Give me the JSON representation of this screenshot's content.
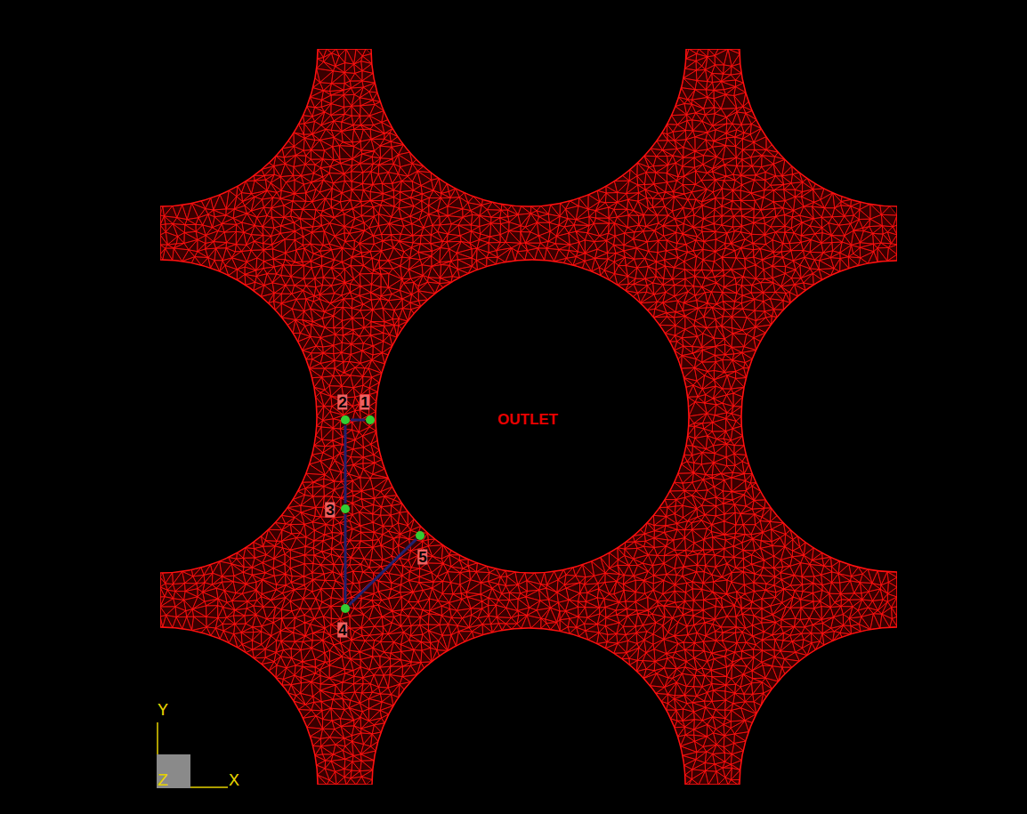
{
  "diagram": {
    "nodes": [
      {
        "text": [
          "1"
        ]
      },
      {
        "text": [
          "2"
        ]
      },
      {
        "text": [
          "3"
        ]
      },
      {
        "text": [
          "4"
        ]
      },
      {
        "text": [
          "5"
        ]
      }
    ],
    "edges": [
      {
        "from": 0,
        "to": 1,
        "arrow": "none"
      },
      {
        "from": 1,
        "to": 2,
        "arrow": "none"
      },
      {
        "from": 2,
        "to": 3,
        "arrow": "none"
      },
      {
        "from": 3,
        "to": 4,
        "arrow": "none"
      }
    ],
    "labels": [
      "OUTLET",
      "Y",
      "Z",
      "X"
    ]
  }
}
